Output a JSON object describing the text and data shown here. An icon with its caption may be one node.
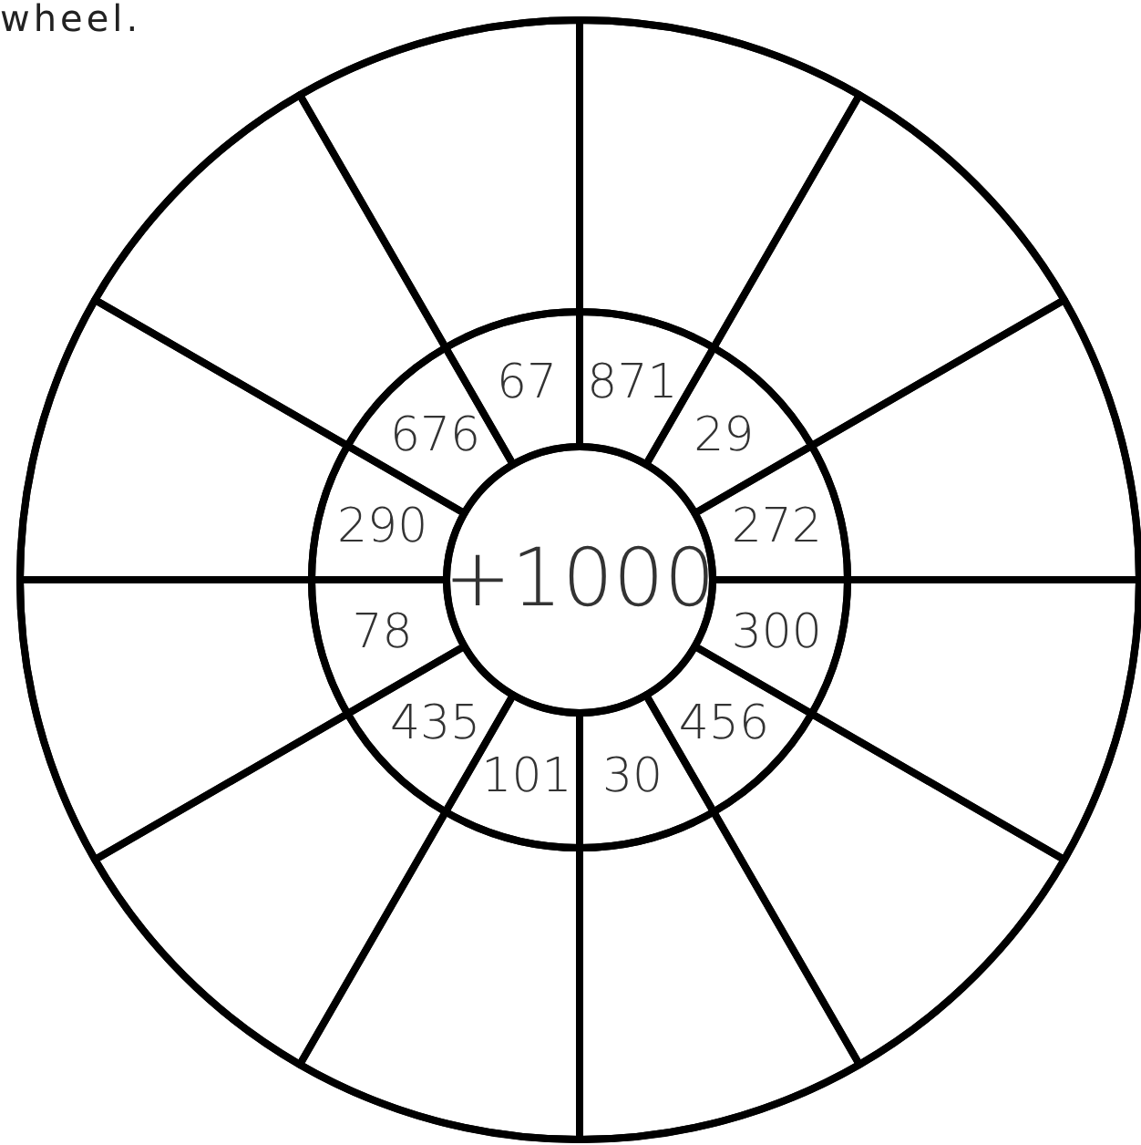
{
  "diagram": {
    "nodes": [
      {
        "text": [
          "+1000"
        ]
      },
      {
        "text": [
          "67"
        ]
      },
      {
        "text": [
          "871"
        ]
      },
      {
        "text": [
          "29"
        ]
      },
      {
        "text": [
          "272"
        ]
      },
      {
        "text": [
          "300"
        ]
      },
      {
        "text": [
          "456"
        ]
      },
      {
        "text": [
          "30"
        ]
      },
      {
        "text": [
          "101"
        ]
      },
      {
        "text": [
          "435"
        ]
      },
      {
        "text": [
          "78"
        ]
      },
      {
        "text": [
          "290"
        ]
      },
      {
        "text": [
          "676"
        ]
      },
      {
        "text": [],
        "shape": "sector"
      },
      {
        "text": [],
        "shape": "sector"
      },
      {
        "text": [],
        "shape": "sector"
      },
      {
        "text": [],
        "shape": "sector"
      },
      {
        "text": [],
        "shape": "sector"
      },
      {
        "text": [],
        "shape": "sector"
      },
      {
        "text": [],
        "shape": "sector"
      },
      {
        "text": [],
        "shape": "sector"
      },
      {
        "text": [],
        "shape": "sector"
      },
      {
        "text": [],
        "shape": "sector"
      },
      {
        "text": [],
        "shape": "sector"
      },
      {
        "text": [],
        "shape": "sector"
      }
    ],
    "labels": [
      "wheel."
    ]
  }
}
